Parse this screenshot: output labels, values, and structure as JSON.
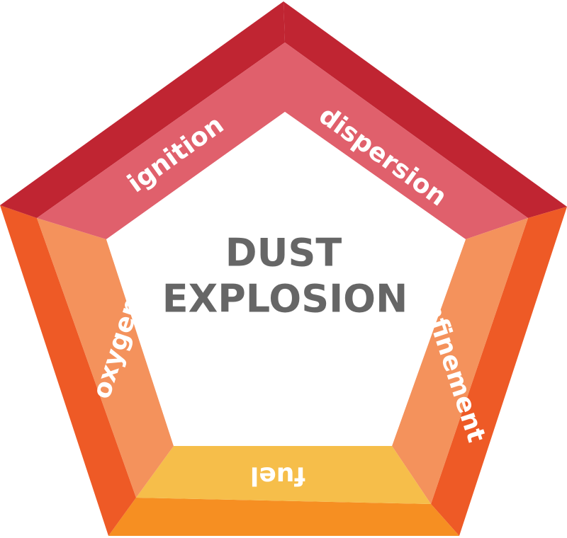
{
  "title": {
    "line1": "DUST",
    "line2": "EXPLOSION",
    "color": "#666666"
  },
  "segments": [
    {
      "id": "dispersion",
      "label": "dispersion",
      "outer_color": "#C02532",
      "inner_color": "#E0606C"
    },
    {
      "id": "confinement",
      "label": "confinement",
      "outer_color": "#EE5A26",
      "inner_color": "#F4925C"
    },
    {
      "id": "fuel",
      "label": "fuel",
      "outer_color": "#F68F22",
      "inner_color": "#F6BE4A"
    },
    {
      "id": "oxygen",
      "label": "oxygen",
      "outer_color": "#EE5A26",
      "inner_color": "#F4925C"
    },
    {
      "id": "ignition",
      "label": "ignition",
      "outer_color": "#C02532",
      "inner_color": "#E0606C"
    }
  ]
}
